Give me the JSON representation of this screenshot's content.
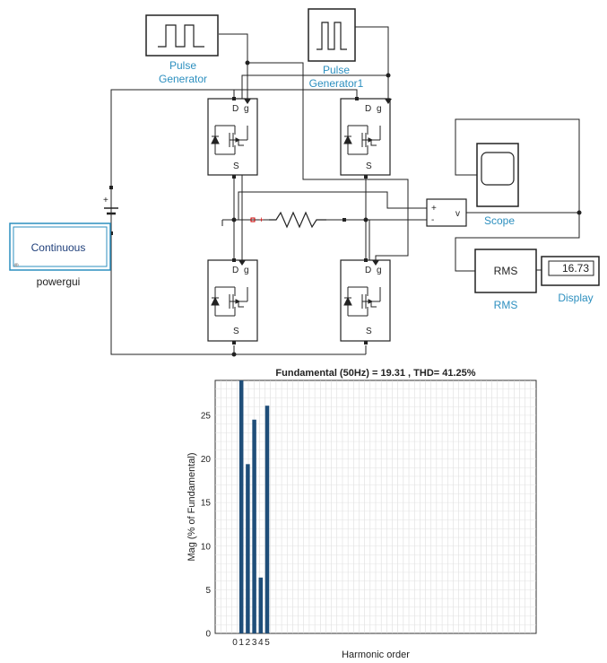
{
  "blocks": {
    "pulse1": {
      "label_line1": "Pulse",
      "label_line2": "Generator"
    },
    "pulse2": {
      "label_line1": "Pulse",
      "label_line2": "Generator1"
    },
    "powergui": {
      "box_text": "Continuous",
      "label": "powergui"
    },
    "scope": {
      "label": "Scope"
    },
    "rms": {
      "box_text": "RMS",
      "label": "RMS"
    },
    "display": {
      "value": "16.73",
      "label": "Display"
    },
    "sum": {
      "plus": "+",
      "minus": "-",
      "out": "v"
    },
    "dc_source": {
      "plus": "+"
    },
    "mosfet": {
      "d": "D",
      "g": "g",
      "s": "S"
    }
  },
  "chart_data": {
    "type": "bar",
    "title": "Fundamental (50Hz) = 19.31 , THD= 41.25%",
    "xlabel": "Harmonic order",
    "ylabel": "Mag (% of Fundamental)",
    "x_tick_labels": [
      "0",
      "1",
      "2",
      "3",
      "4",
      "5"
    ],
    "y_tick_labels": [
      "0",
      "5",
      "10",
      "15",
      "20",
      "25"
    ],
    "ylim": [
      0,
      29
    ],
    "categories": [
      0,
      1,
      2,
      3,
      4,
      5
    ],
    "values": [
      0,
      100,
      19.4,
      24.5,
      6.4,
      26.1
    ],
    "bar_color": "#1f4e79",
    "grid": true
  }
}
